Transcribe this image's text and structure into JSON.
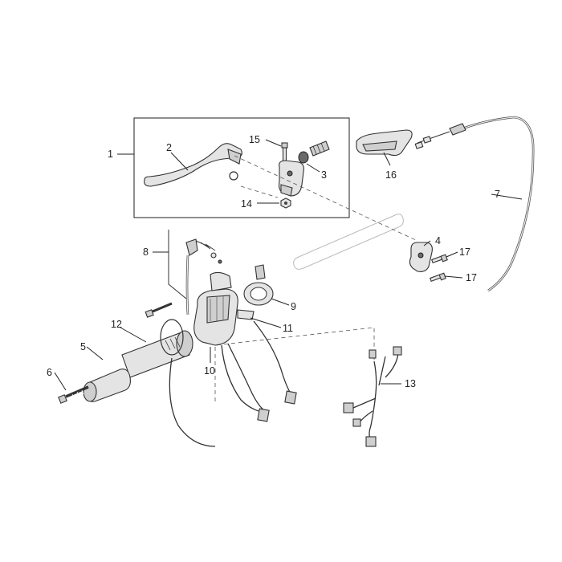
{
  "callouts": {
    "c1": "1",
    "c2": "2",
    "c3": "3",
    "c4": "4",
    "c5": "5",
    "c6": "6",
    "c7": "7",
    "c8": "8",
    "c9": "9",
    "c10": "10",
    "c11": "11",
    "c12": "12",
    "c13": "13",
    "c14": "14",
    "c15": "15",
    "c16": "16",
    "c17a": "17",
    "c17b": "17"
  },
  "colors": {
    "line": "#222222",
    "part_fill": "#e4e4e4",
    "background": "#ffffff"
  }
}
